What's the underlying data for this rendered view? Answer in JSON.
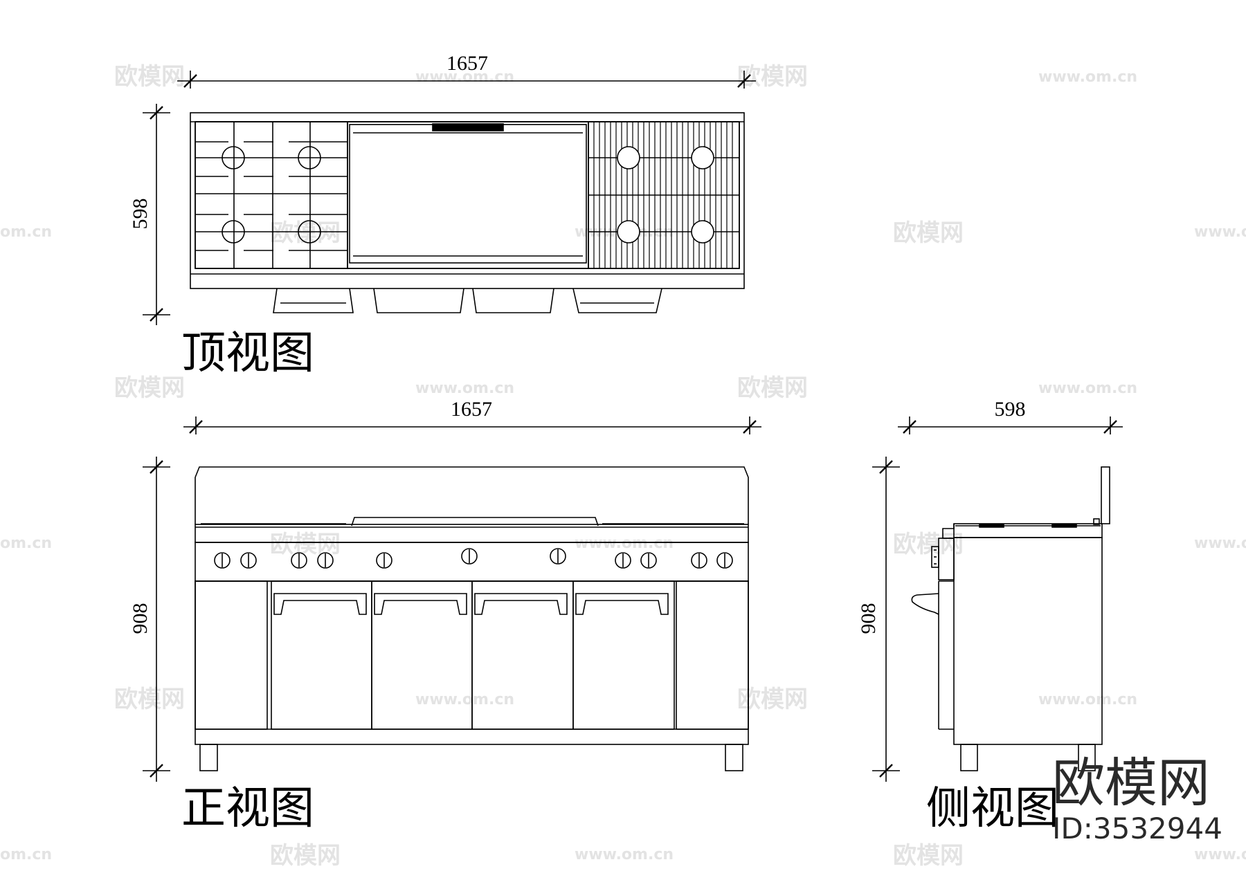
{
  "views": {
    "top": {
      "title": "顶视图",
      "width_dim": "1657",
      "depth_dim": "598"
    },
    "front": {
      "title": "正视图",
      "width_dim": "1657",
      "height_dim": "908"
    },
    "side": {
      "title": "侧视图",
      "depth_dim": "598",
      "height_dim": "908"
    }
  },
  "watermarks": {
    "brand": "欧模网",
    "url": "www.om.cn",
    "url_partial": "om.cn"
  },
  "logo": {
    "brand": "欧模网",
    "id_label": "ID:3532944"
  }
}
